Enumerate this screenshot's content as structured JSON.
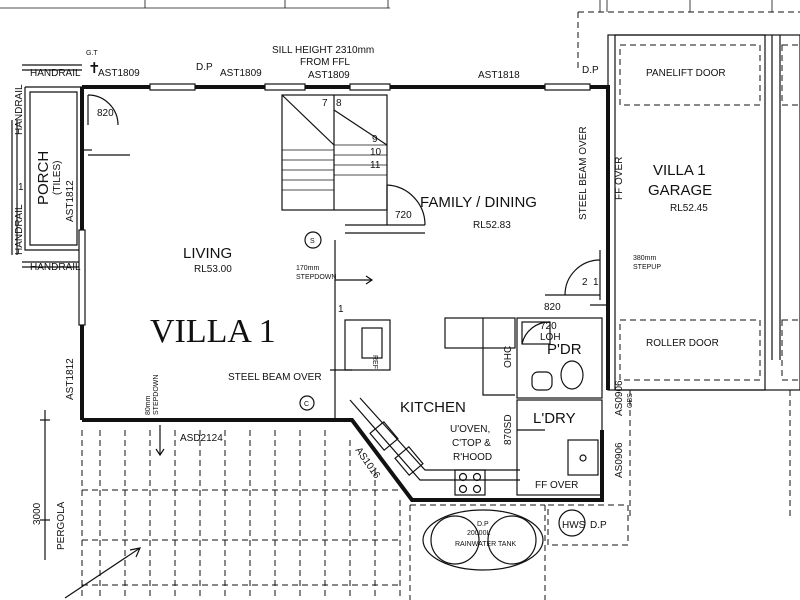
{
  "title": "VILLA 1",
  "rooms": {
    "living": "LIVING",
    "living_rl": "RL53.00",
    "family": "FAMILY / DINING",
    "family_rl": "RL52.83",
    "garage_1": "VILLA 1",
    "garage_2": "GARAGE",
    "garage_rl": "RL52.45",
    "kitchen": "KITCHEN",
    "pdr": "P'DR",
    "ldry": "L'DRY",
    "porch": "PORCH",
    "porch_tiles": "(TILES)",
    "pergola": "PERGOLA"
  },
  "labels": {
    "handrail": "HANDRAIL",
    "gt": "G.T",
    "dp": "D.P",
    "sill_1": "SILL HEIGHT 2310mm",
    "sill_2": "FROM FFL",
    "ast1809": "AST1809",
    "ast1818": "AST1818",
    "ast1812": "AST1812",
    "asd2124": "ASD2124",
    "as1016": "AS1016",
    "as0906": "AS0906",
    "obs": "OBS",
    "panelift": "PANELIFT DOOR",
    "roller": "ROLLER DOOR",
    "steel_beam": "STEEL BEAM OVER",
    "ff_over": "FF OVER",
    "stepdown_170": "170mm",
    "stepdown": "STEPDOWN",
    "stepup_380": "380mm",
    "stepup": "STEPUP",
    "stepdown_80": "80mm",
    "d820": "820",
    "d720": "720",
    "loh": "LOH",
    "ref": "REF",
    "ohc": "OHC",
    "u_oven": "U'OVEN,",
    "c_top": "C'TOP &",
    "r_hood": "R'HOOD",
    "d870sd": "870SD",
    "hws": "HWS",
    "rain_1": "D.P",
    "rain_2": "20000L",
    "rain_3": "RAINWATER TANK",
    "dim3000": "3000",
    "s": "S",
    "c": "C",
    "n1": "1",
    "n2": "2",
    "n1820": "1"
  },
  "stairs": [
    "7",
    "8",
    "9",
    "10",
    "11"
  ]
}
